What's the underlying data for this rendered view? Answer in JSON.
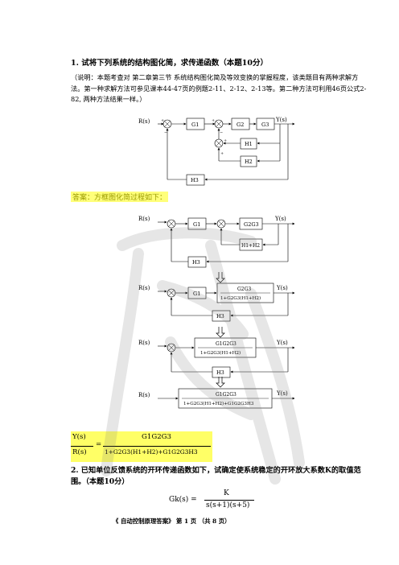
{
  "question1": {
    "title": "1.   试将下列系统的结构图化简，求传递函数（本题10分）",
    "note": "（说明：本题考查对 第二章第三节 系统结构图化简及等效变换的掌握程度，该类题目有两种求解方法。第一种求解方法可参见课本44-47页的例题2-11、2-12、2-13等。第二种方法可利用46页公式2-82, 两种方法结果一样。）"
  },
  "answer": {
    "label": "答案：方框图化简过程如下："
  },
  "diagram_original": {
    "input": "R(s)",
    "output": "Y(s)",
    "blocks": [
      "G1",
      "G2",
      "G3",
      "H1",
      "H2",
      "H3"
    ],
    "signs": {
      "s1_plus": "+",
      "s1_minus": "−",
      "s2_plus": "+",
      "s2_minus": "−",
      "s3_plus": "+",
      "s3_minus": "+"
    }
  },
  "diagram_step1": {
    "input": "R(s)",
    "output": "Y(s)",
    "blocks": [
      "G1",
      "G2G3",
      "H1+H2",
      "H3"
    ]
  },
  "diagram_step2": {
    "input": "R(s)",
    "output": "Y(s)",
    "g1": "G1",
    "tf_num": "G2G3",
    "tf_den": "1+G2G3(H1+H2)",
    "h3": "H3"
  },
  "diagram_step3": {
    "input": "R(s)",
    "output": "Y(s)",
    "tf_num": "G1G2G3",
    "tf_den": "1+G2G3(H1+H2)",
    "h3": "H3"
  },
  "diagram_step4": {
    "input": "R(s)",
    "output": "Y(s)",
    "tf_num": "G1G2G3",
    "tf_den": "1+G2G3(H1+H2)+G1G2G3H3"
  },
  "result": {
    "lhs_num": "Y(s)",
    "lhs_den": "R(s)",
    "eq": "=",
    "rhs_num": "G1G2G3",
    "rhs_den": "1+G2G3(H1+H2)+G1G2G3H3"
  },
  "question2": {
    "title": "2.   已知单位反馈系统的开环传递函数如下，试确定使系统稳定的开环放大系数K的取值范围。（本题10分）",
    "formula_lhs": "Gk(s) =",
    "formula_num": "K",
    "formula_den": "s(s+1)(s+5)"
  },
  "footer": {
    "text": "《 自动控制原理答案》    第 1 页 （共 8 页）"
  }
}
